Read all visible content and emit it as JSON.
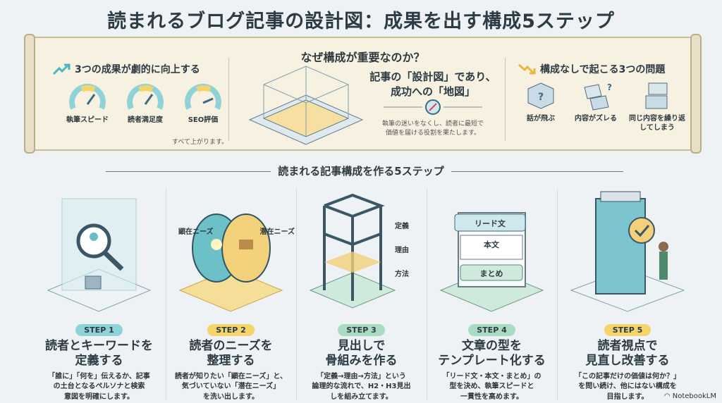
{
  "title": "読まれるブログ記事の設計図：成果を出す構成5ステップ",
  "why": {
    "heading": "なぜ構成が重要なのか？",
    "results": {
      "heading": "3つの成果が劇的に向上する",
      "gauges": [
        "執筆スピード",
        "読者満足度",
        "SEO評価"
      ],
      "note": "すべて上がります。"
    },
    "center": {
      "line1": "記事の「設計図」であり、",
      "line2": "成功への「地図」",
      "desc1": "執筆の迷いをなくし、読者に最短で",
      "desc2": "価値を届ける役割を果たします。"
    },
    "problems": {
      "heading": "構成なしで起こる3つの問題",
      "items": [
        "話が飛ぶ",
        "内容がズレる",
        "同じ内容を繰り返してしまう"
      ]
    }
  },
  "steps_heading": "読まれる記事構成を作る5ステップ",
  "steps": [
    {
      "badge": "STEP 1",
      "color": "#8fd3d8",
      "title1": "読者とキーワードを",
      "title2": "定義する",
      "desc": [
        "「誰に」「何を」伝えるか、記事",
        "の土台となるペルソナと検索",
        "意図を明確にします。"
      ]
    },
    {
      "badge": "STEP 2",
      "color": "#f5d46c",
      "title1": "読者のニーズを",
      "title2": "整理する",
      "desc": [
        "読者が知りたい「顕在ニーズ」と、",
        "気づいていない「潜在ニーズ」",
        "を洗い出します。"
      ],
      "labels": [
        "顕在ニーズ",
        "潜在ニーズ"
      ]
    },
    {
      "badge": "STEP 3",
      "color": "#a9dcc2",
      "title1": "見出しで",
      "title2": "骨組みを作る",
      "desc": [
        "「定義→理由→方法」という",
        "論理的な流れで、H2・H3見出",
        "しを組み立てます。"
      ],
      "labels": [
        "定義",
        "理由",
        "方法"
      ]
    },
    {
      "badge": "STEP 4",
      "color": "#a9dcc2",
      "title1": "文章の型を",
      "title2": "テンプレート化する",
      "desc": [
        "「リード文・本文・まとめ」の",
        "型を決め、執筆スピードと",
        "一貫性を高めます。"
      ],
      "labels": [
        "リード文",
        "本文",
        "まとめ"
      ]
    },
    {
      "badge": "STEP 5",
      "color": "#f5d46c",
      "title1": "読者視点で",
      "title2": "見直し改善する",
      "desc": [
        "「この記事だけの価値は何か？」",
        "を問い続け、他にはない構成を",
        "目指します。"
      ]
    }
  ],
  "brand": "NotebookLM"
}
